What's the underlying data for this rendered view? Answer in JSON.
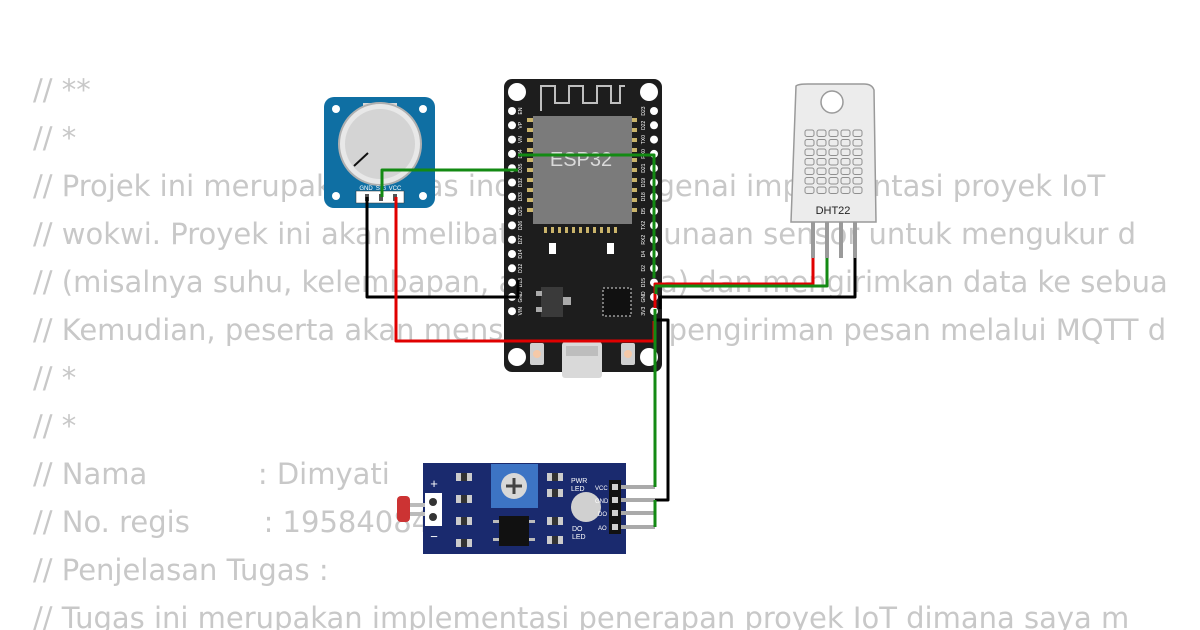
{
  "code_lines": [
    "// **",
    "// *",
    "// Projek ini merupakan tugas individu mengenai implementasi proyek IoT",
    "// wokwi. Proyek ini akan melibatkan penggunaan sensor untuk mengukur d",
    "// (misalnya suhu, kelembapan, atau cahaya) dan mengirimkan data ke sebua",
    "// Kemudian, peserta akan mensimulasikan pengiriman pesan melalui MQTT d",
    "// *",
    "// *",
    "// Nama            : Dimyati",
    "// No. regis        : 19584084",
    "// Penjelasan Tugas :",
    "// Tugas ini merupakan implementasi penerapan proyek IoT dimana saya m"
  ],
  "esp32": {
    "label": "ESP32",
    "pins_left": [
      "EN",
      "VP",
      "VN",
      "D34",
      "D35",
      "D32",
      "D33",
      "D25",
      "D26",
      "D27",
      "D14",
      "D12",
      "D13",
      "GND",
      "VIN"
    ],
    "pins_right": [
      "D23",
      "D22",
      "TX0",
      "RX0",
      "D21",
      "D19",
      "D18",
      "D5",
      "TX2",
      "RX2",
      "D4",
      "D2",
      "D15",
      "GND",
      "3V3"
    ]
  },
  "potentiometer": {
    "pins": [
      "GND",
      "SIG",
      "VCC"
    ]
  },
  "dht22": {
    "label": "DHT22"
  },
  "ldr_module": {
    "pins": [
      "VCC",
      "GND",
      "DO",
      "AO"
    ],
    "pwr_led": [
      "PWR",
      "LED"
    ],
    "do_led": [
      "DO",
      "LED"
    ],
    "plus_sign": "+",
    "minus_sign": "−"
  },
  "colors": {
    "board_blue": "#0f6fa3",
    "module_navy": "#1a2a6e",
    "esp_black": "#1d1d1d",
    "wire_green": "#138a13",
    "wire_red": "#e00000",
    "wire_black": "#000000"
  }
}
